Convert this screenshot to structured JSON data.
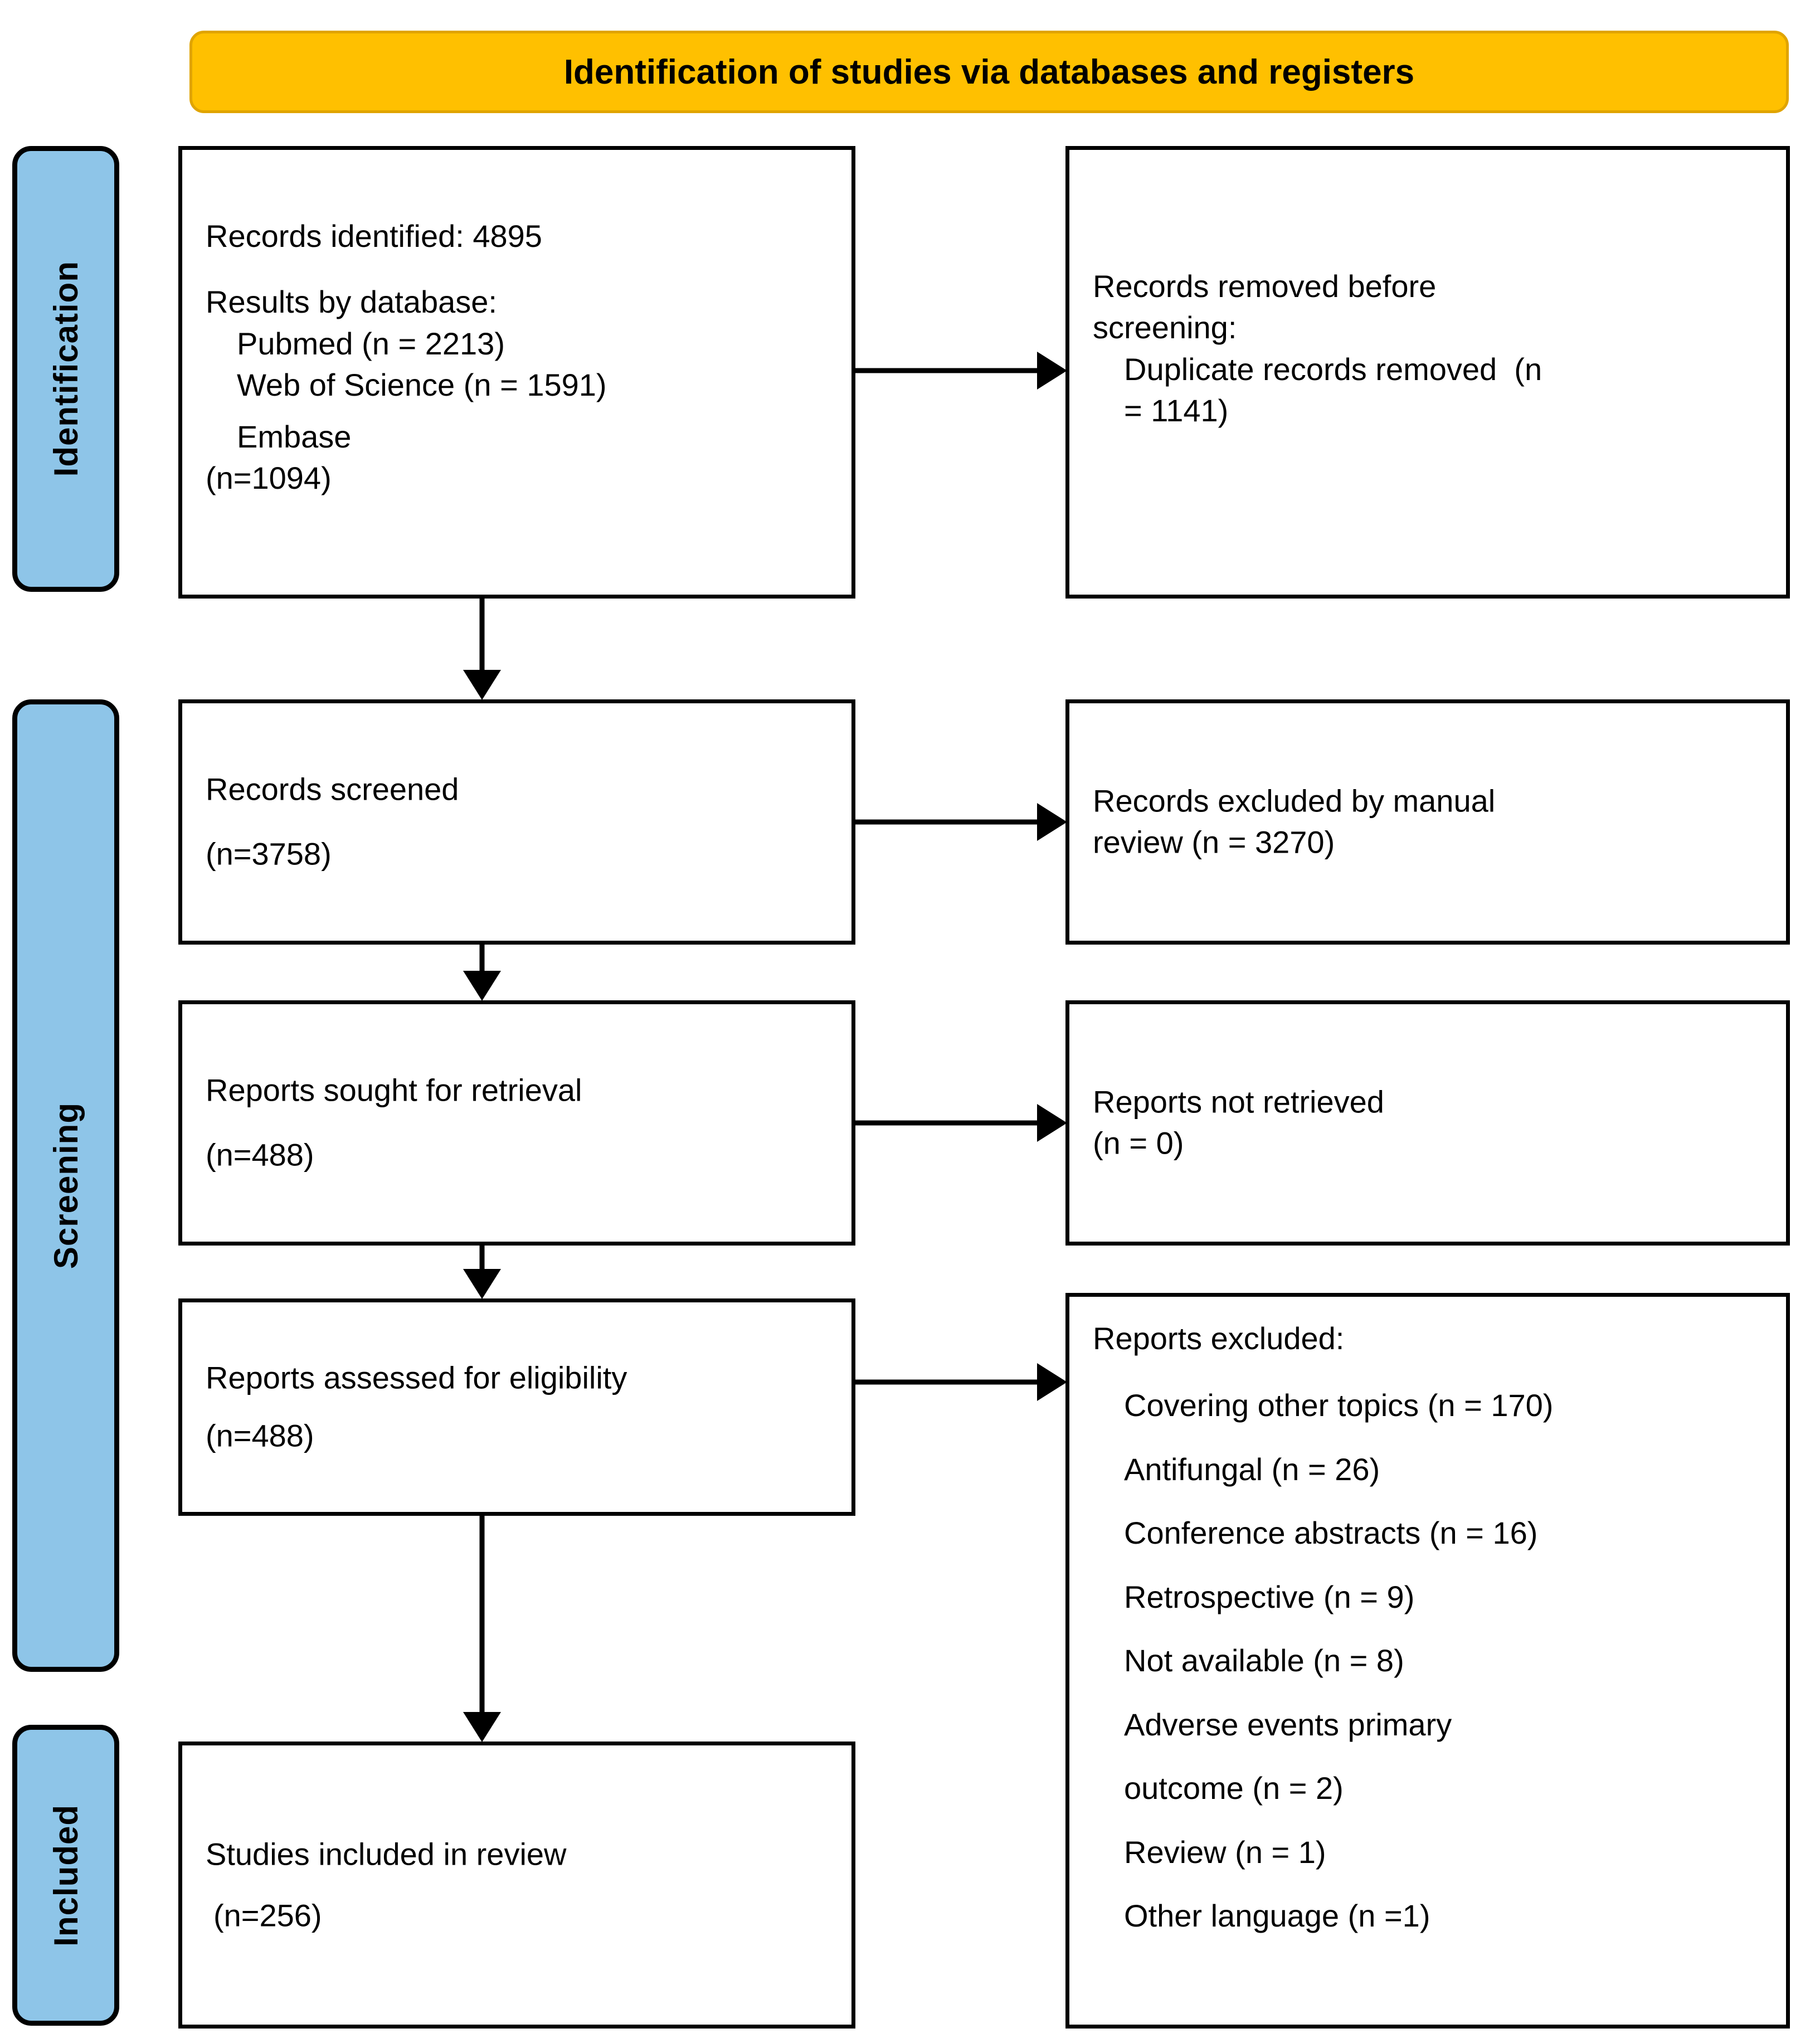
{
  "header": {
    "title": "Identification of studies via databases and registers"
  },
  "stages": [
    {
      "label": "Identification"
    },
    {
      "label": "Screening"
    },
    {
      "label": "Included"
    }
  ],
  "boxes": {
    "identified": {
      "lines": [
        "Records identified: 4895",
        "Results by database:",
        "Pubmed (n = 2213)",
        "Web of Science (n = 1591)",
        "Embase",
        "(n=1094)"
      ]
    },
    "removed": {
      "lines": [
        "Records removed ",
        "before",
        "screening",
        ":",
        "Duplicate records removed  (n",
        "= 1141)"
      ],
      "line1_plain": "Records removed ",
      "line1_italic": "before",
      "line2_italic": "screening",
      "line2_plain": ":",
      "line3": "Duplicate records removed  (n",
      "line4": "= 1141)"
    },
    "screened": {
      "line1": "Records screened",
      "line2": "(n=3758)"
    },
    "excluded_manual": {
      "line1": "Records excluded by manual",
      "line2": "review (n = 3270)"
    },
    "sought": {
      "line1": "Reports sought for retrieval",
      "line2": "(n=488)"
    },
    "not_retrieved": {
      "line1": "Reports not retrieved",
      "line2": "(n = 0)"
    },
    "assessed": {
      "line1": "Reports assessed for eligibility",
      "line2": "(n=488)"
    },
    "reports_excluded": {
      "heading": "Reports excluded:",
      "items": [
        "Covering other topics (n = 170)",
        "Antifungal (n = 26)",
        "Conference abstracts (n = 16)",
        "Retrospective (n = 9)",
        "Not available (n = 8)",
        "Adverse events primary",
        "outcome (n = 2)",
        "Review (n = 1)",
        "Other language (n =1)"
      ]
    },
    "included": {
      "line1": "Studies included in review",
      "line2": "(n=256)"
    }
  },
  "chart_data": {
    "type": "table",
    "title": "PRISMA 2020 flow diagram — Identification of studies via databases and registers",
    "stages": [
      "Identification",
      "Screening",
      "Included"
    ],
    "nodes": [
      {
        "id": "records_identified",
        "label": "Records identified",
        "value": 4895,
        "stage": "Identification"
      },
      {
        "id": "pubmed",
        "label": "Pubmed",
        "value": 2213,
        "stage": "Identification"
      },
      {
        "id": "web_of_science",
        "label": "Web of Science",
        "value": 1591,
        "stage": "Identification"
      },
      {
        "id": "embase",
        "label": "Embase",
        "value": 1094,
        "stage": "Identification"
      },
      {
        "id": "duplicates_removed",
        "label": "Duplicate records removed",
        "value": 1141,
        "stage": "Identification"
      },
      {
        "id": "records_screened",
        "label": "Records screened",
        "value": 3758,
        "stage": "Screening"
      },
      {
        "id": "excluded_manual",
        "label": "Records excluded by manual review",
        "value": 3270,
        "stage": "Screening"
      },
      {
        "id": "reports_sought",
        "label": "Reports sought for retrieval",
        "value": 488,
        "stage": "Screening"
      },
      {
        "id": "reports_not_retrieved",
        "label": "Reports not retrieved",
        "value": 0,
        "stage": "Screening"
      },
      {
        "id": "reports_assessed",
        "label": "Reports assessed for eligibility",
        "value": 488,
        "stage": "Screening"
      },
      {
        "id": "studies_included",
        "label": "Studies included in review",
        "value": 256,
        "stage": "Included"
      }
    ],
    "exclusion_reasons": [
      {
        "reason": "Covering other topics",
        "n": 170
      },
      {
        "reason": "Antifungal",
        "n": 26
      },
      {
        "reason": "Conference abstracts",
        "n": 16
      },
      {
        "reason": "Retrospective",
        "n": 9
      },
      {
        "reason": "Not available",
        "n": 8
      },
      {
        "reason": "Adverse events primary outcome",
        "n": 2
      },
      {
        "reason": "Review",
        "n": 1
      },
      {
        "reason": "Other language",
        "n": 1
      }
    ]
  },
  "colors": {
    "header_fill": "#FFC000",
    "header_border": "#E0A400",
    "stage_fill": "#8EC5E8",
    "box_border": "#000000",
    "text": "#000000"
  }
}
